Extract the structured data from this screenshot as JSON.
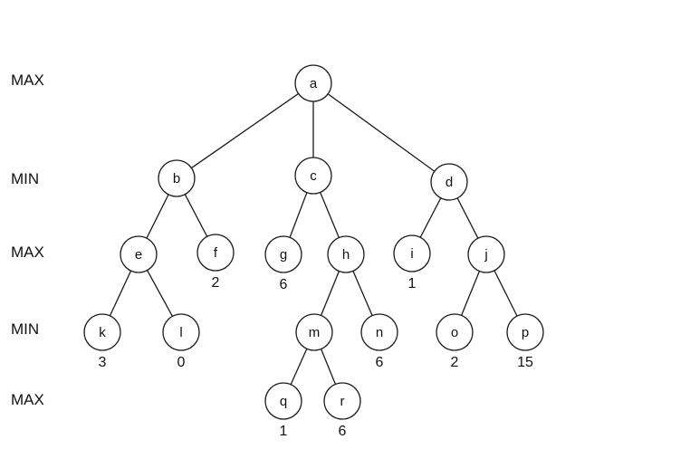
{
  "level_labels": [
    {
      "level": 0,
      "label": "MAX"
    },
    {
      "level": 1,
      "label": "MIN"
    },
    {
      "level": 2,
      "label": "MAX"
    },
    {
      "level": 3,
      "label": "MIN"
    },
    {
      "level": 4,
      "label": "MAX"
    }
  ],
  "nodes": [
    {
      "id": "a",
      "label": "a",
      "parent": null,
      "value": null
    },
    {
      "id": "b",
      "label": "b",
      "parent": "a",
      "value": null
    },
    {
      "id": "c",
      "label": "c",
      "parent": "a",
      "value": null
    },
    {
      "id": "d",
      "label": "d",
      "parent": "a",
      "value": null
    },
    {
      "id": "e",
      "label": "e",
      "parent": "b",
      "value": null
    },
    {
      "id": "f",
      "label": "f",
      "parent": "b",
      "value": "2"
    },
    {
      "id": "g",
      "label": "g",
      "parent": "c",
      "value": "6"
    },
    {
      "id": "h",
      "label": "h",
      "parent": "c",
      "value": null
    },
    {
      "id": "i",
      "label": "i",
      "parent": "d",
      "value": "1"
    },
    {
      "id": "j",
      "label": "j",
      "parent": "d",
      "value": null
    },
    {
      "id": "k",
      "label": "k",
      "parent": "e",
      "value": "3"
    },
    {
      "id": "l",
      "label": "l",
      "parent": "e",
      "value": "0"
    },
    {
      "id": "m",
      "label": "m",
      "parent": "h",
      "value": null
    },
    {
      "id": "n",
      "label": "n",
      "parent": "h",
      "value": "6"
    },
    {
      "id": "o",
      "label": "o",
      "parent": "j",
      "value": "2"
    },
    {
      "id": "p",
      "label": "p",
      "parent": "j",
      "value": "15"
    },
    {
      "id": "q",
      "label": "q",
      "parent": "m",
      "value": "1"
    },
    {
      "id": "r",
      "label": "r",
      "parent": "m",
      "value": "6"
    }
  ]
}
